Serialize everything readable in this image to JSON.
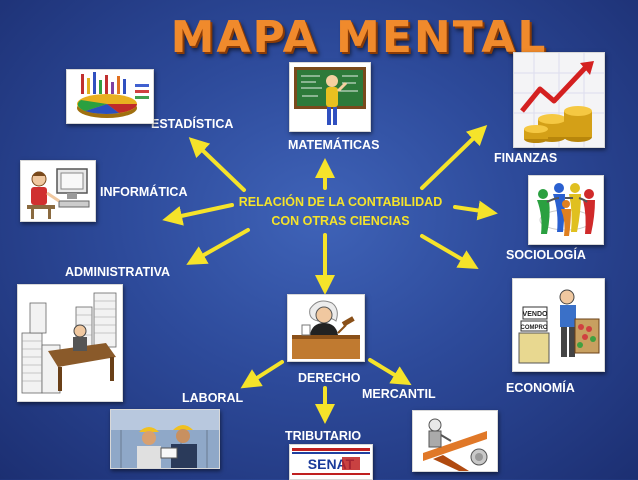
{
  "title": "MAPA MENTAL",
  "center": {
    "line1": "RELACIÓN DE LA CONTABILIDAD",
    "line2": "CON OTRAS CIENCIAS"
  },
  "branches": {
    "estadistica": "ESTADÍSTICA",
    "matematicas": "MATEMÁTICAS",
    "finanzas": "FINANZAS",
    "informatica": "INFORMÁTICA",
    "sociologia": "SOCIOLOGÍA",
    "administrativa": "ADMINISTRATIVA",
    "economia": "ECONOMÍA",
    "derecho": "DERECHO",
    "laboral": "LABORAL",
    "mercantil": "MERCANTIL",
    "tributario": "TRIBUTARIO"
  },
  "images": {
    "senat_logo": "SENAT",
    "vendo_sign": "VENDO",
    "compro_sign": "COMPRO"
  },
  "colors": {
    "arrow": "#f5e32a",
    "title": "#f08a2c",
    "label": "#ffffff",
    "center_text": "#f5e32a"
  }
}
